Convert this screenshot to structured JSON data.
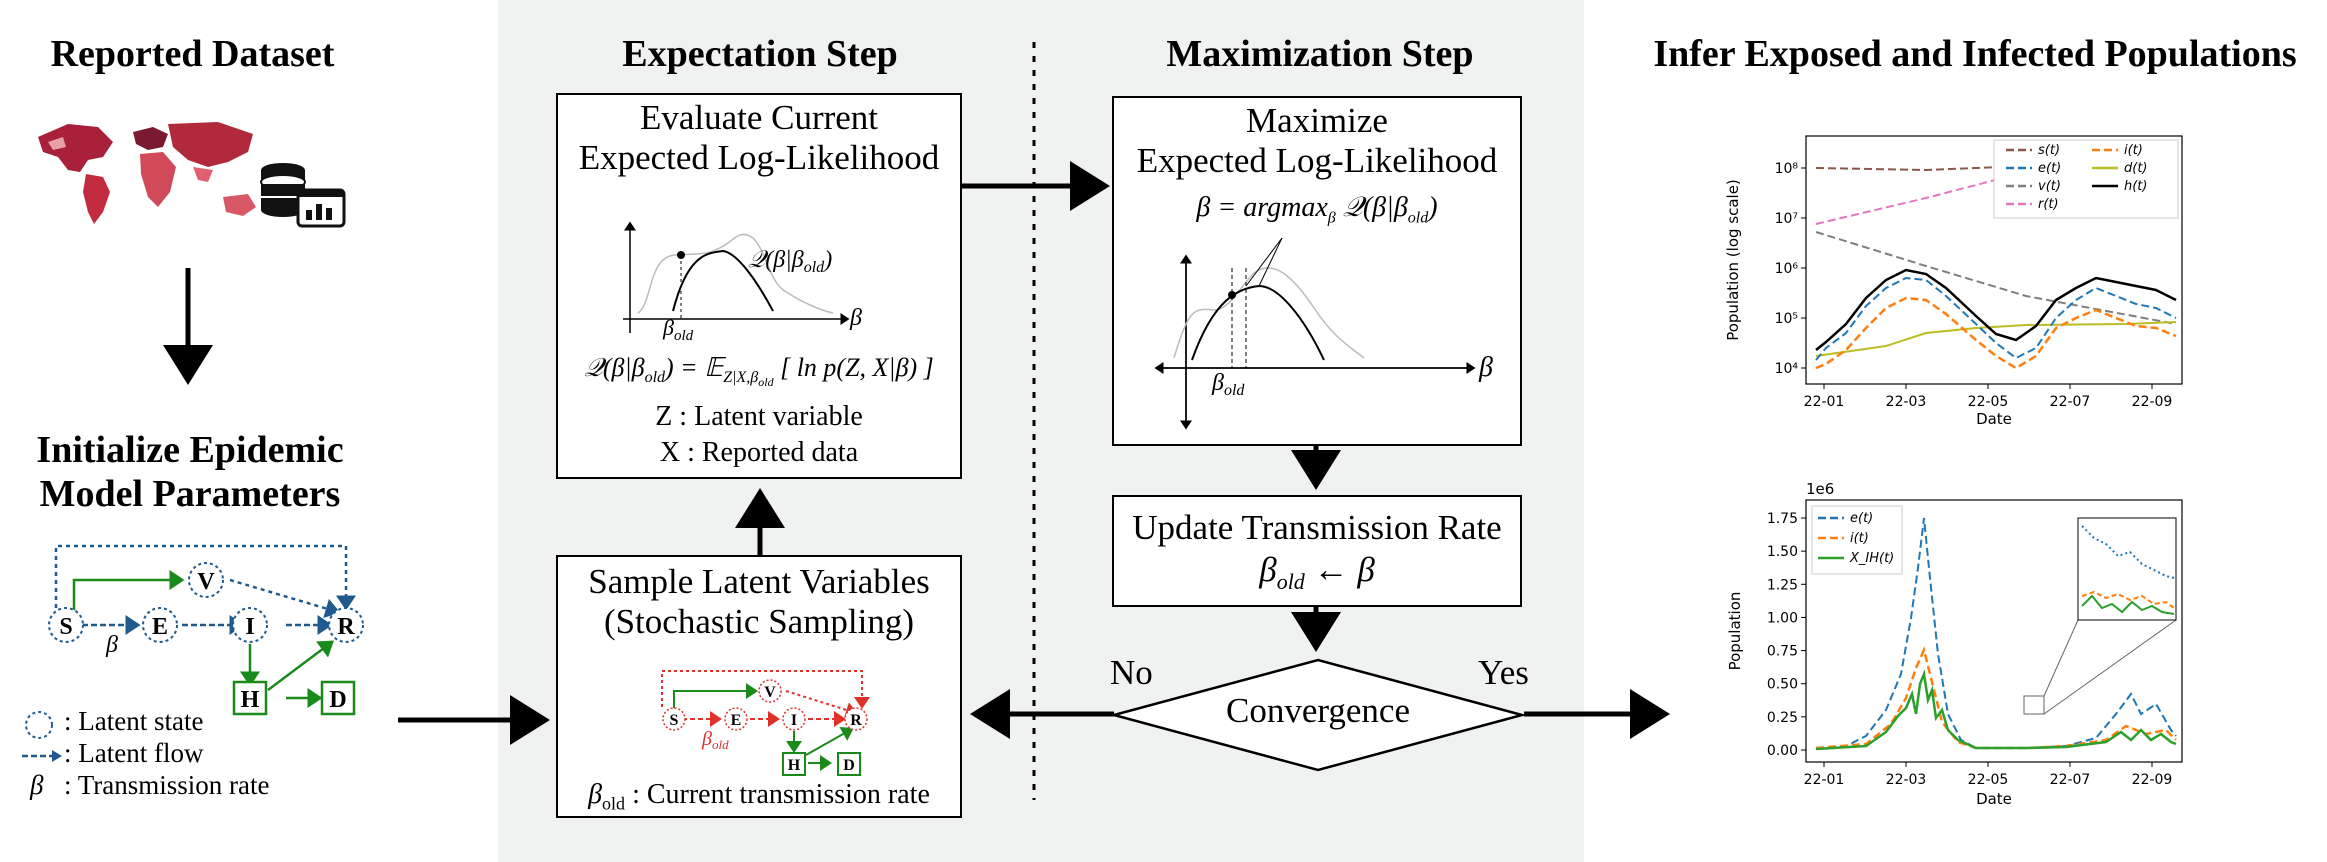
{
  "headers": {
    "reported": "Reported Dataset",
    "init_line1": "Initialize Epidemic",
    "init_line2": "Model Parameters",
    "expectation": "Expectation Step",
    "maximization": "Maximization Step",
    "infer": "Infer Exposed and Infected Populations"
  },
  "compartments": {
    "s": "S",
    "e": "E",
    "i": "I",
    "r": "R",
    "v": "V",
    "h": "H",
    "d": "D",
    "beta": "β"
  },
  "legend": {
    "latent_state": ": Latent state",
    "latent_flow": ": Latent flow",
    "beta_symbol": "β",
    "transmission": ": Transmission rate"
  },
  "evaluate": {
    "line1": "Evaluate Current",
    "line2": "Expected Log-Likelihood",
    "q_label": "𝒬(β|β_old)",
    "beta_old": "βold",
    "beta": "β",
    "formula": "𝒬(β|βold) = 𝔼Z|X,βold [ ln p(Z, X|β) ]",
    "z_def": "Z : Latent variable",
    "x_def": "X : Reported data"
  },
  "maximize": {
    "line1": "Maximize",
    "line2": "Expected Log-Likelihood",
    "formula": "β = argmaxβ 𝒬(β|βold)",
    "beta_old": "βold",
    "beta": "β"
  },
  "update": {
    "line1": "Update Transmission Rate",
    "line2": "βold ← β"
  },
  "convergence": {
    "label": "Convergence",
    "no": "No",
    "yes": "Yes"
  },
  "sample": {
    "line1": "Sample Latent Variables",
    "line2": "(Stochastic Sampling)",
    "beta_old": "βold",
    "footer": "βold : Current transmission rate"
  },
  "colors": {
    "flow_blue": "#1f5a8e",
    "green": "#1a8a1a",
    "red": "#e0302a",
    "panel": "#f0f2f1",
    "c_s": "#8c564b",
    "c_e": "#1f77b4",
    "c_v": "#7f7f7f",
    "c_r": "#e377c2",
    "c_i": "#ff7f0e",
    "c_d": "#bcbd22",
    "c_h": "#000000",
    "c_x": "#2ca02c"
  },
  "top_chart": {
    "ylabel": "Population (log scale)",
    "xlabel": "Date",
    "xticks": [
      "22-01",
      "22-03",
      "22-05",
      "22-07",
      "22-09"
    ],
    "yticks": [
      "10⁴",
      "10⁵",
      "10⁶",
      "10⁷",
      "10⁸"
    ],
    "legend": [
      "s(t)",
      "i(t)",
      "e(t)",
      "d(t)",
      "v(t)",
      "h(t)",
      "r(t)"
    ]
  },
  "bottom_chart": {
    "ylabel": "Population",
    "xlabel": "Date",
    "multiplier": "1e6",
    "xticks": [
      "22-01",
      "22-03",
      "22-05",
      "22-07",
      "22-09"
    ],
    "yticks": [
      "0.00",
      "0.25",
      "0.50",
      "0.75",
      "1.00",
      "1.25",
      "1.50",
      "1.75"
    ],
    "legend": [
      "e(t)",
      "i(t)",
      "X_IH(t)"
    ]
  }
}
